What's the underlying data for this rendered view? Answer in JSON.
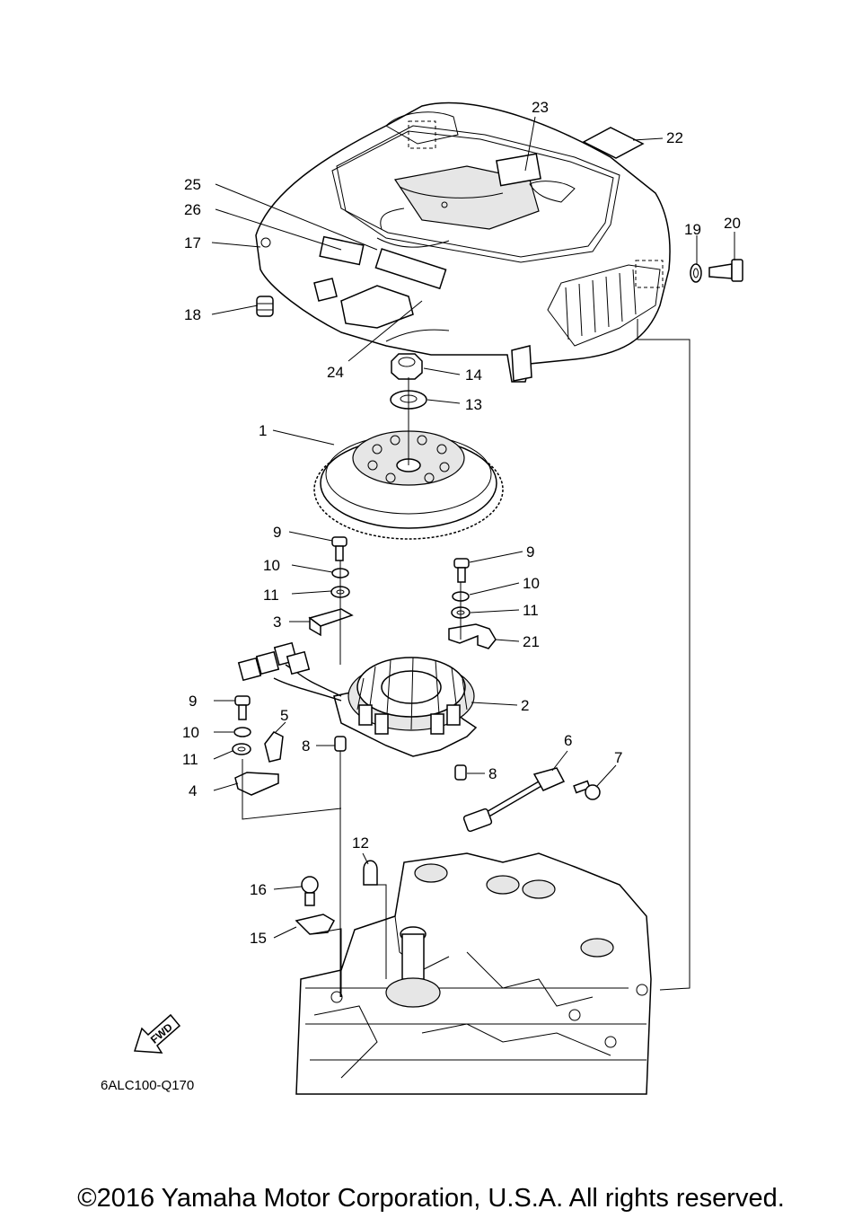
{
  "diagram": {
    "callouts": {
      "c1": "1",
      "c2": "2",
      "c3": "3",
      "c4": "4",
      "c5": "5",
      "c6": "6",
      "c7": "7",
      "c8a": "8",
      "c8b": "8",
      "c9a": "9",
      "c9b": "9",
      "c9c": "9",
      "c10a": "10",
      "c10b": "10",
      "c10c": "10",
      "c11a": "11",
      "c11b": "11",
      "c11c": "11",
      "c12": "12",
      "c13": "13",
      "c14": "14",
      "c15": "15",
      "c16": "16",
      "c17": "17",
      "c18": "18",
      "c19": "19",
      "c20": "20",
      "c21": "21",
      "c22": "22",
      "c23": "23",
      "c24": "24",
      "c25": "25",
      "c26": "26"
    },
    "fwd_label": "FWD",
    "diagram_code": "6ALC100-Q170"
  },
  "footer": {
    "copyright": "©2016 Yamaha Motor Corporation, U.S.A. All rights reserved."
  }
}
